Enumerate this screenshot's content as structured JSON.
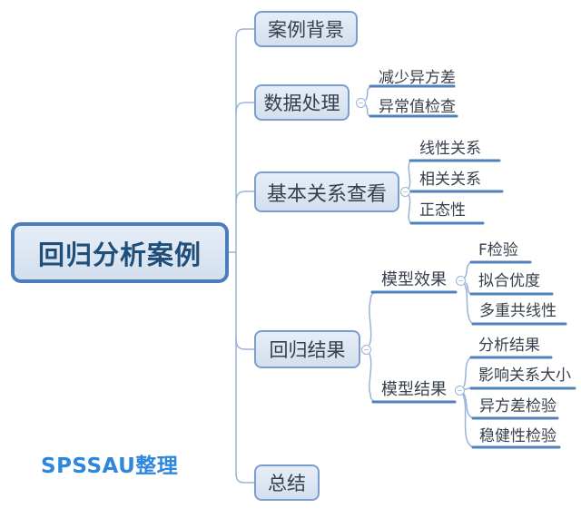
{
  "root": {
    "label": "回归分析案例"
  },
  "branches": [
    {
      "label": "案例背景"
    },
    {
      "label": "数据处理",
      "children": [
        {
          "label": "减少异方差"
        },
        {
          "label": "异常值检查"
        }
      ]
    },
    {
      "label": "基本关系查看",
      "children": [
        {
          "label": "线性关系"
        },
        {
          "label": "相关关系"
        },
        {
          "label": "正态性"
        }
      ]
    },
    {
      "label": "回归结果",
      "children": [
        {
          "label": "模型效果",
          "children": [
            {
              "label": "F检验"
            },
            {
              "label": "拟合优度"
            },
            {
              "label": "多重共线性"
            }
          ]
        },
        {
          "label": "模型结果",
          "children": [
            {
              "label": "分析结果"
            },
            {
              "label": "影响关系大小"
            },
            {
              "label": "异方差检验"
            },
            {
              "label": "稳健性检验"
            }
          ]
        }
      ]
    },
    {
      "label": "总结"
    }
  ],
  "watermark": "SPSSAU整理",
  "icons": {
    "collapse_toggle": "−"
  },
  "colors": {
    "node_fill": "#dce6f2",
    "root_border": "#4a7ebb",
    "box_border": "#7b9ed0",
    "root_text": "#1f4e79",
    "node_text": "#363f4b",
    "branch_line": "#4f81bd",
    "connector_line": "#9ab3d8",
    "watermark_text": "#2e86dd"
  }
}
